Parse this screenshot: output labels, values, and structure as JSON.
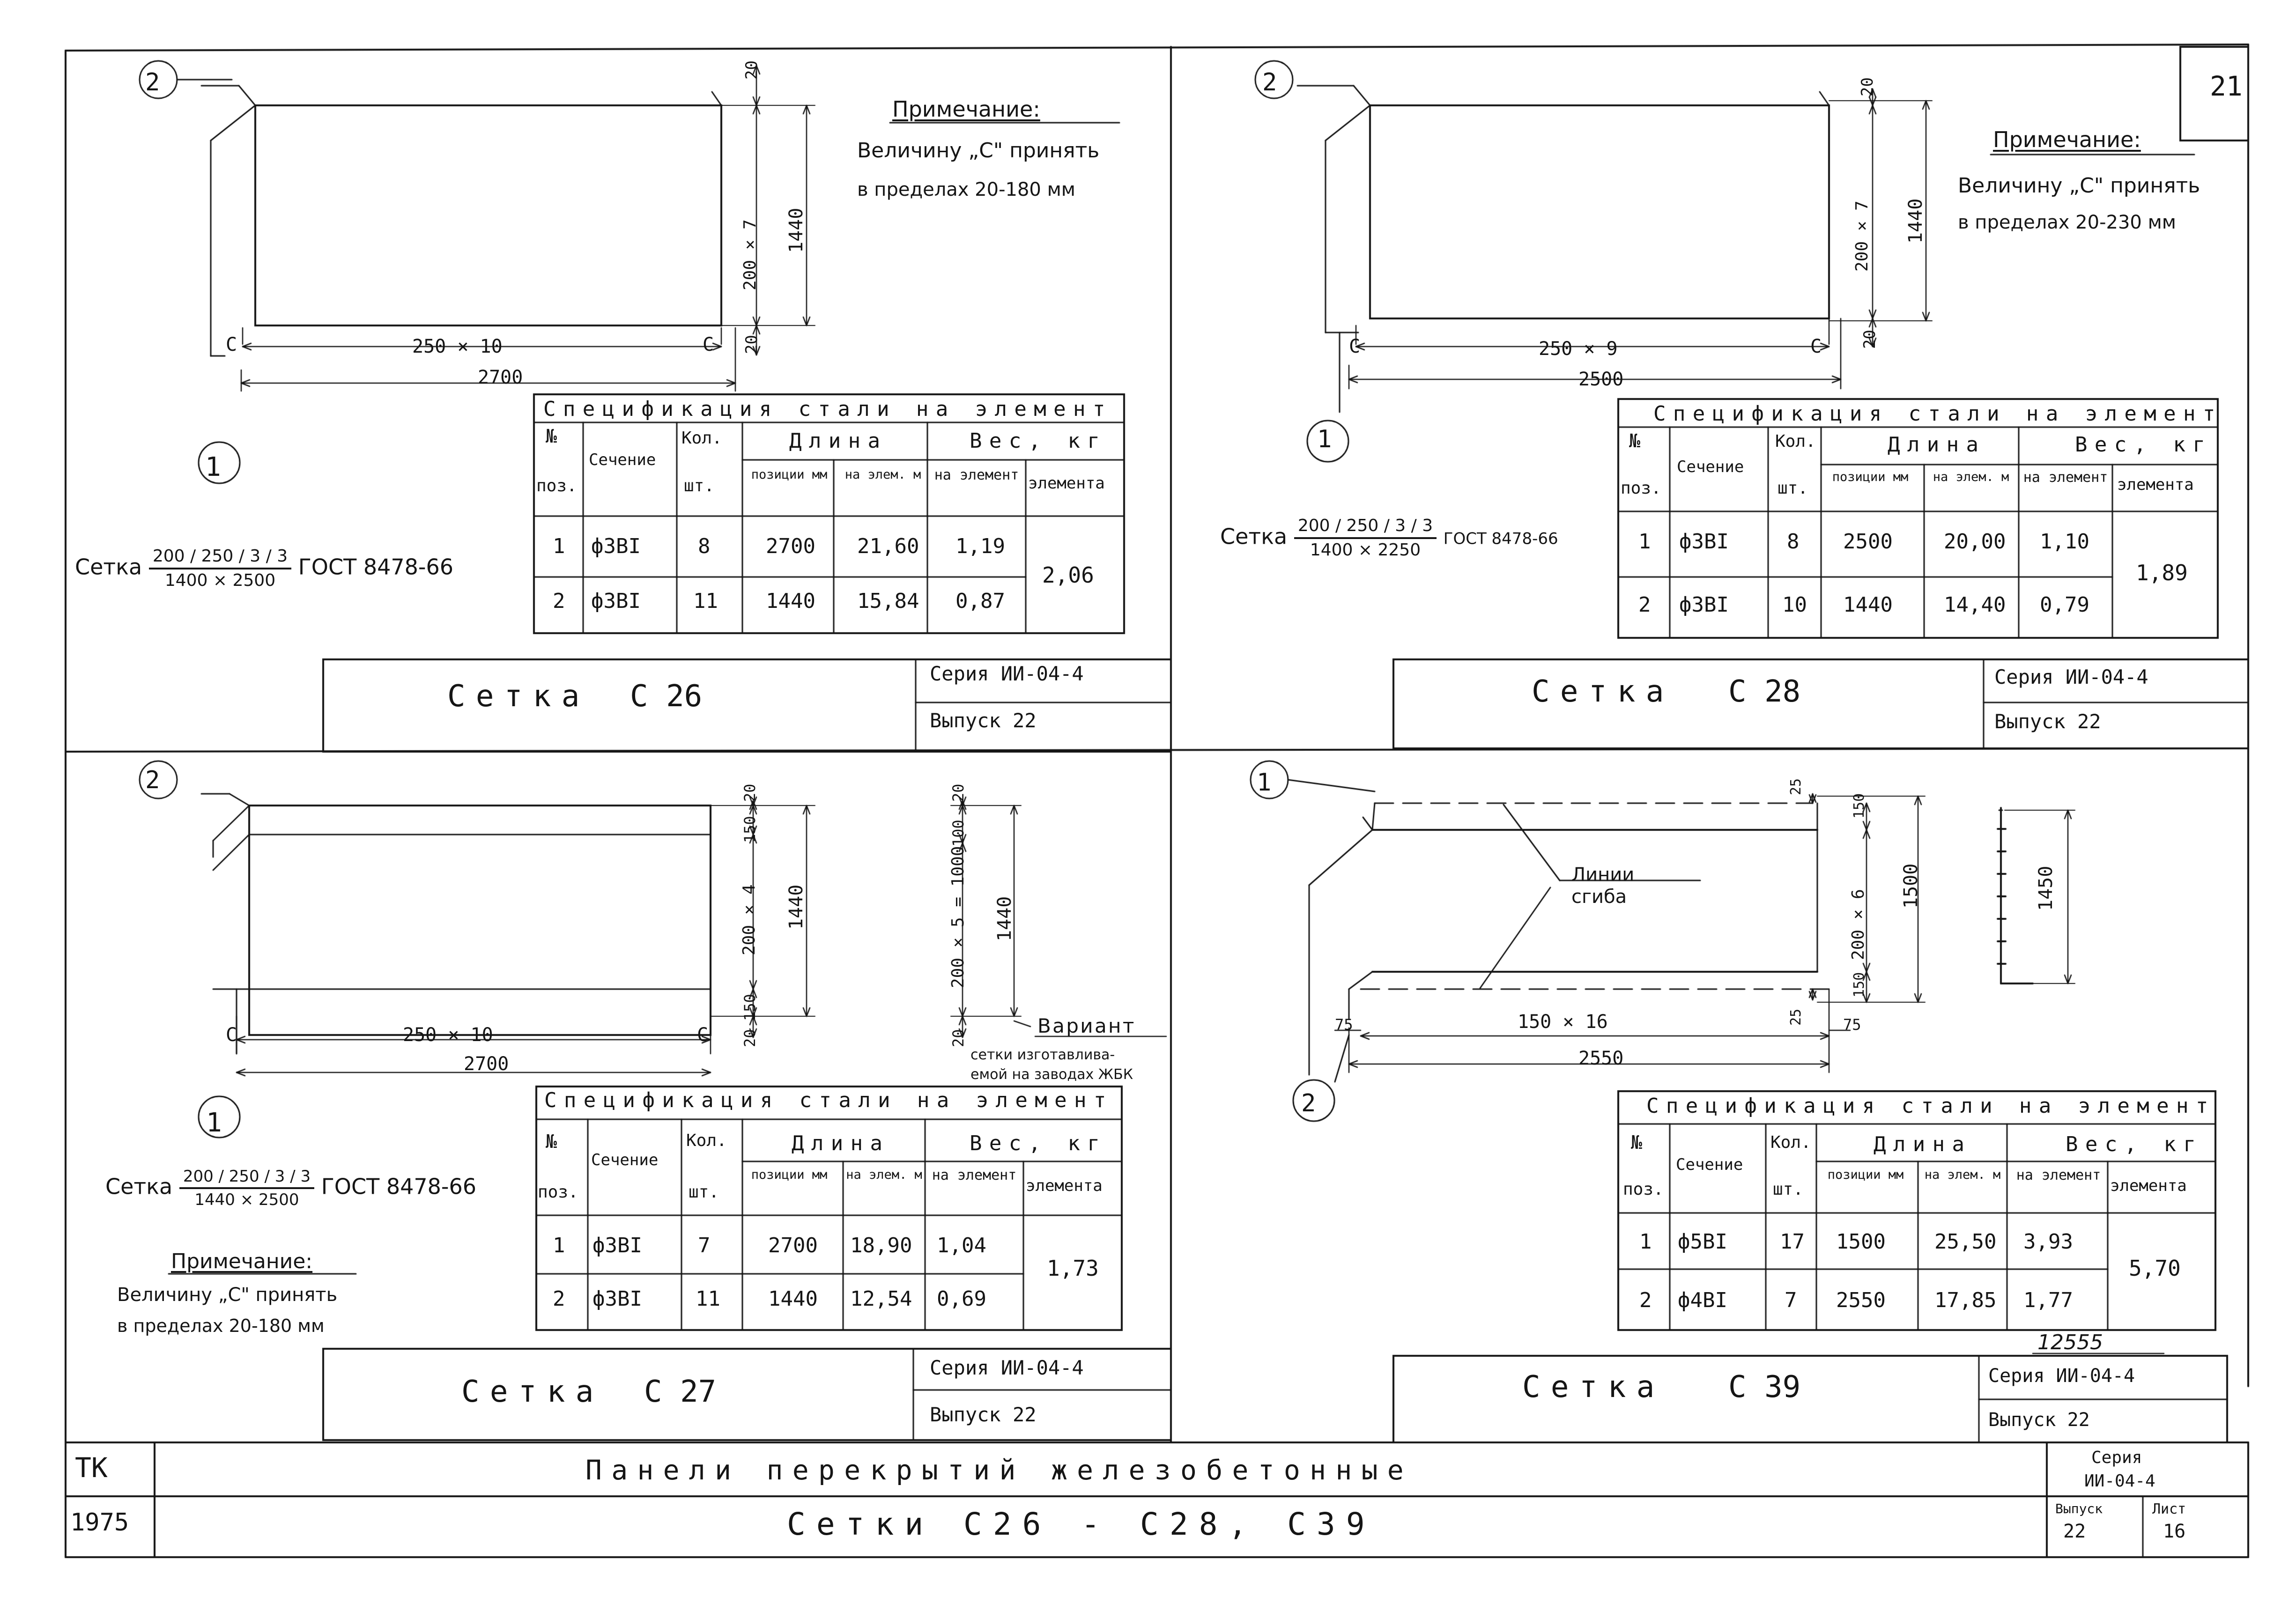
{
  "page_number": "21",
  "sheet_id": "12555",
  "panels": [
    {
      "id": "c26",
      "title_word": "Сетка",
      "title_code": "С 26",
      "series_label": "Серия ИИ-04-4",
      "issue_label": "Выпуск 22",
      "note_title": "Примечание:",
      "note_line1": "Величину „С\" принять",
      "note_line2": "в пределах 20-180 мм",
      "label_c": "С",
      "label_pos2": "2",
      "label_pos1": "1",
      "dim_width_step": "250 × 10",
      "dim_width_total": "2700",
      "dim_top": "20",
      "dim_bottom": "20",
      "dim_height_step": "200 × 7",
      "dim_height_total": "1440",
      "mesh_label": "Сетка",
      "mesh_num": "200 / 250 / 3 / 3",
      "mesh_den": "1400 × 2500",
      "mesh_gost": "ГОСТ 8478-66",
      "table": {
        "title": "Спецификация стали на элемент",
        "h_pos_a": "№",
        "h_pos_b": "поз.",
        "h_sect": "Сечение",
        "h_qty_a": "Кол.",
        "h_qty_b": "шт.",
        "h_len": "Длина",
        "h_len_pos": "позиции мм",
        "h_len_el": "на элем. м",
        "h_wt": "Вес, кг",
        "h_wt_el": "на элемент",
        "h_wt_total": "элемента",
        "rows": [
          {
            "pos": "1",
            "sect": "ф3ВI",
            "qty": "8",
            "len": "2700",
            "len_el": "21,60",
            "wt": "1,19"
          },
          {
            "pos": "2",
            "sect": "ф3ВI",
            "qty": "11",
            "len": "1440",
            "len_el": "15,84",
            "wt": "0,87"
          }
        ],
        "total": "2,06"
      }
    },
    {
      "id": "c28",
      "title_word": "Сетка",
      "title_code": "С 28",
      "series_label": "Серия ИИ-04-4",
      "issue_label": "Выпуск 22",
      "note_title": "Примечание:",
      "note_line1": "Величину „С\" принять",
      "note_line2": "в пределах 20-230 мм",
      "label_c": "С",
      "label_pos2": "2",
      "label_pos1": "1",
      "dim_width_step": "250 × 9",
      "dim_width_total": "2500",
      "dim_top": "20",
      "dim_bottom": "20",
      "dim_height_step": "200 × 7",
      "dim_height_total": "1440",
      "mesh_label": "Сетка",
      "mesh_num": "200 / 250 / 3 / 3",
      "mesh_den": "1400 × 2250",
      "mesh_gost": "ГОСТ 8478-66",
      "table": {
        "title": "Спецификация стали на элемент",
        "h_pos_a": "№",
        "h_pos_b": "поз.",
        "h_sect": "Сечение",
        "h_qty_a": "Кол.",
        "h_qty_b": "шт.",
        "h_len": "Длина",
        "h_len_pos": "позиции мм",
        "h_len_el": "на элем. м",
        "h_wt": "Вес, кг",
        "h_wt_el": "на элемент",
        "h_wt_total": "элемента",
        "rows": [
          {
            "pos": "1",
            "sect": "ф3ВI",
            "qty": "8",
            "len": "2500",
            "len_el": "20,00",
            "wt": "1,10"
          },
          {
            "pos": "2",
            "sect": "ф3ВI",
            "qty": "10",
            "len": "1440",
            "len_el": "14,40",
            "wt": "0,79"
          }
        ],
        "total": "1,89"
      }
    },
    {
      "id": "c27",
      "title_word": "Сетка",
      "title_code": "С 27",
      "series_label": "Серия ИИ-04-4",
      "issue_label": "Выпуск 22",
      "note_title": "Примечание:",
      "note_line1": "Величину „С\" принять",
      "note_line2": "в пределах 20-180 мм",
      "label_c": "С",
      "label_pos2": "2",
      "label_pos1": "1",
      "dim_width_step": "250 × 10",
      "dim_width_total": "2700",
      "dim_top": "20",
      "dim_150a": "150",
      "dim_150b": "150",
      "dim_bottom": "20",
      "dim_height_step": "200 × 4",
      "dim_height_total": "1440",
      "var_20a": "20",
      "var_100": "100",
      "var_step": "200 × 5 = 1000",
      "var_total": "1440",
      "var_20b": "20",
      "variant_label": "Вариант",
      "variant_line1": "сетки изготавлива-",
      "variant_line2": "емой на заводах ЖБК",
      "mesh_label": "Сетка",
      "mesh_num": "200 / 250 / 3 / 3",
      "mesh_den": "1440 × 2500",
      "mesh_gost": "ГОСТ 8478-66",
      "table": {
        "title": "Спецификация стали на элемент",
        "h_pos_a": "№",
        "h_pos_b": "поз.",
        "h_sect": "Сечение",
        "h_qty_a": "Кол.",
        "h_qty_b": "шт.",
        "h_len": "Длина",
        "h_len_pos": "позиции мм",
        "h_len_el": "на элем. м",
        "h_wt": "Вес, кг",
        "h_wt_el": "на элемент",
        "h_wt_total": "элемента",
        "rows": [
          {
            "pos": "1",
            "sect": "ф3ВI",
            "qty": "7",
            "len": "2700",
            "len_el": "18,90",
            "wt": "1,04"
          },
          {
            "pos": "2",
            "sect": "ф3ВI",
            "qty": "11",
            "len": "1440",
            "len_el": "12,54",
            "wt": "0,69"
          }
        ],
        "total": "1,73"
      }
    },
    {
      "id": "c39",
      "title_word": "Сетка",
      "title_code": "С 39",
      "series_label": "Серия ИИ-04-4",
      "issue_label": "Выпуск 22",
      "label_pos1": "1",
      "label_pos2": "2",
      "bend_line1": "Линии",
      "bend_line2": "сгиба",
      "dim_width_step": "150 × 16",
      "dim_width_total": "2550",
      "dim_left": "75",
      "dim_right": "75",
      "dim_top": "25",
      "dim_bottom": "25",
      "dim_150a": "150",
      "dim_150b": "150",
      "dim_height_step": "200 × 6",
      "dim_height_total": "1500",
      "dim_bent": "1450",
      "table": {
        "title": "Спецификация стали на элемент",
        "h_pos_a": "№",
        "h_pos_b": "поз.",
        "h_sect": "Сечение",
        "h_qty_a": "Кол.",
        "h_qty_b": "шт.",
        "h_len": "Длина",
        "h_len_pos": "позиции мм",
        "h_len_el": "на элем. м",
        "h_wt": "Вес, кг",
        "h_wt_el": "на элемент",
        "h_wt_total": "элемента",
        "rows": [
          {
            "pos": "1",
            "sect": "ф5ВI",
            "qty": "17",
            "len": "1500",
            "len_el": "25,50",
            "wt": "3,93"
          },
          {
            "pos": "2",
            "sect": "ф4ВI",
            "qty": "7",
            "len": "2550",
            "len_el": "17,85",
            "wt": "1,77"
          }
        ],
        "total": "5,70"
      }
    }
  ],
  "title_block": {
    "org": "ТК",
    "year": "1975",
    "title_line1": "Панели перекрытий железобетонные",
    "title_line2": "Сетки С26 - С28, С39",
    "series_a": "Серия",
    "series_b": "ИИ-04-4",
    "issue_label": "Выпуск",
    "issue_value": "22",
    "sheet_label": "Лист",
    "sheet_value": "16"
  }
}
